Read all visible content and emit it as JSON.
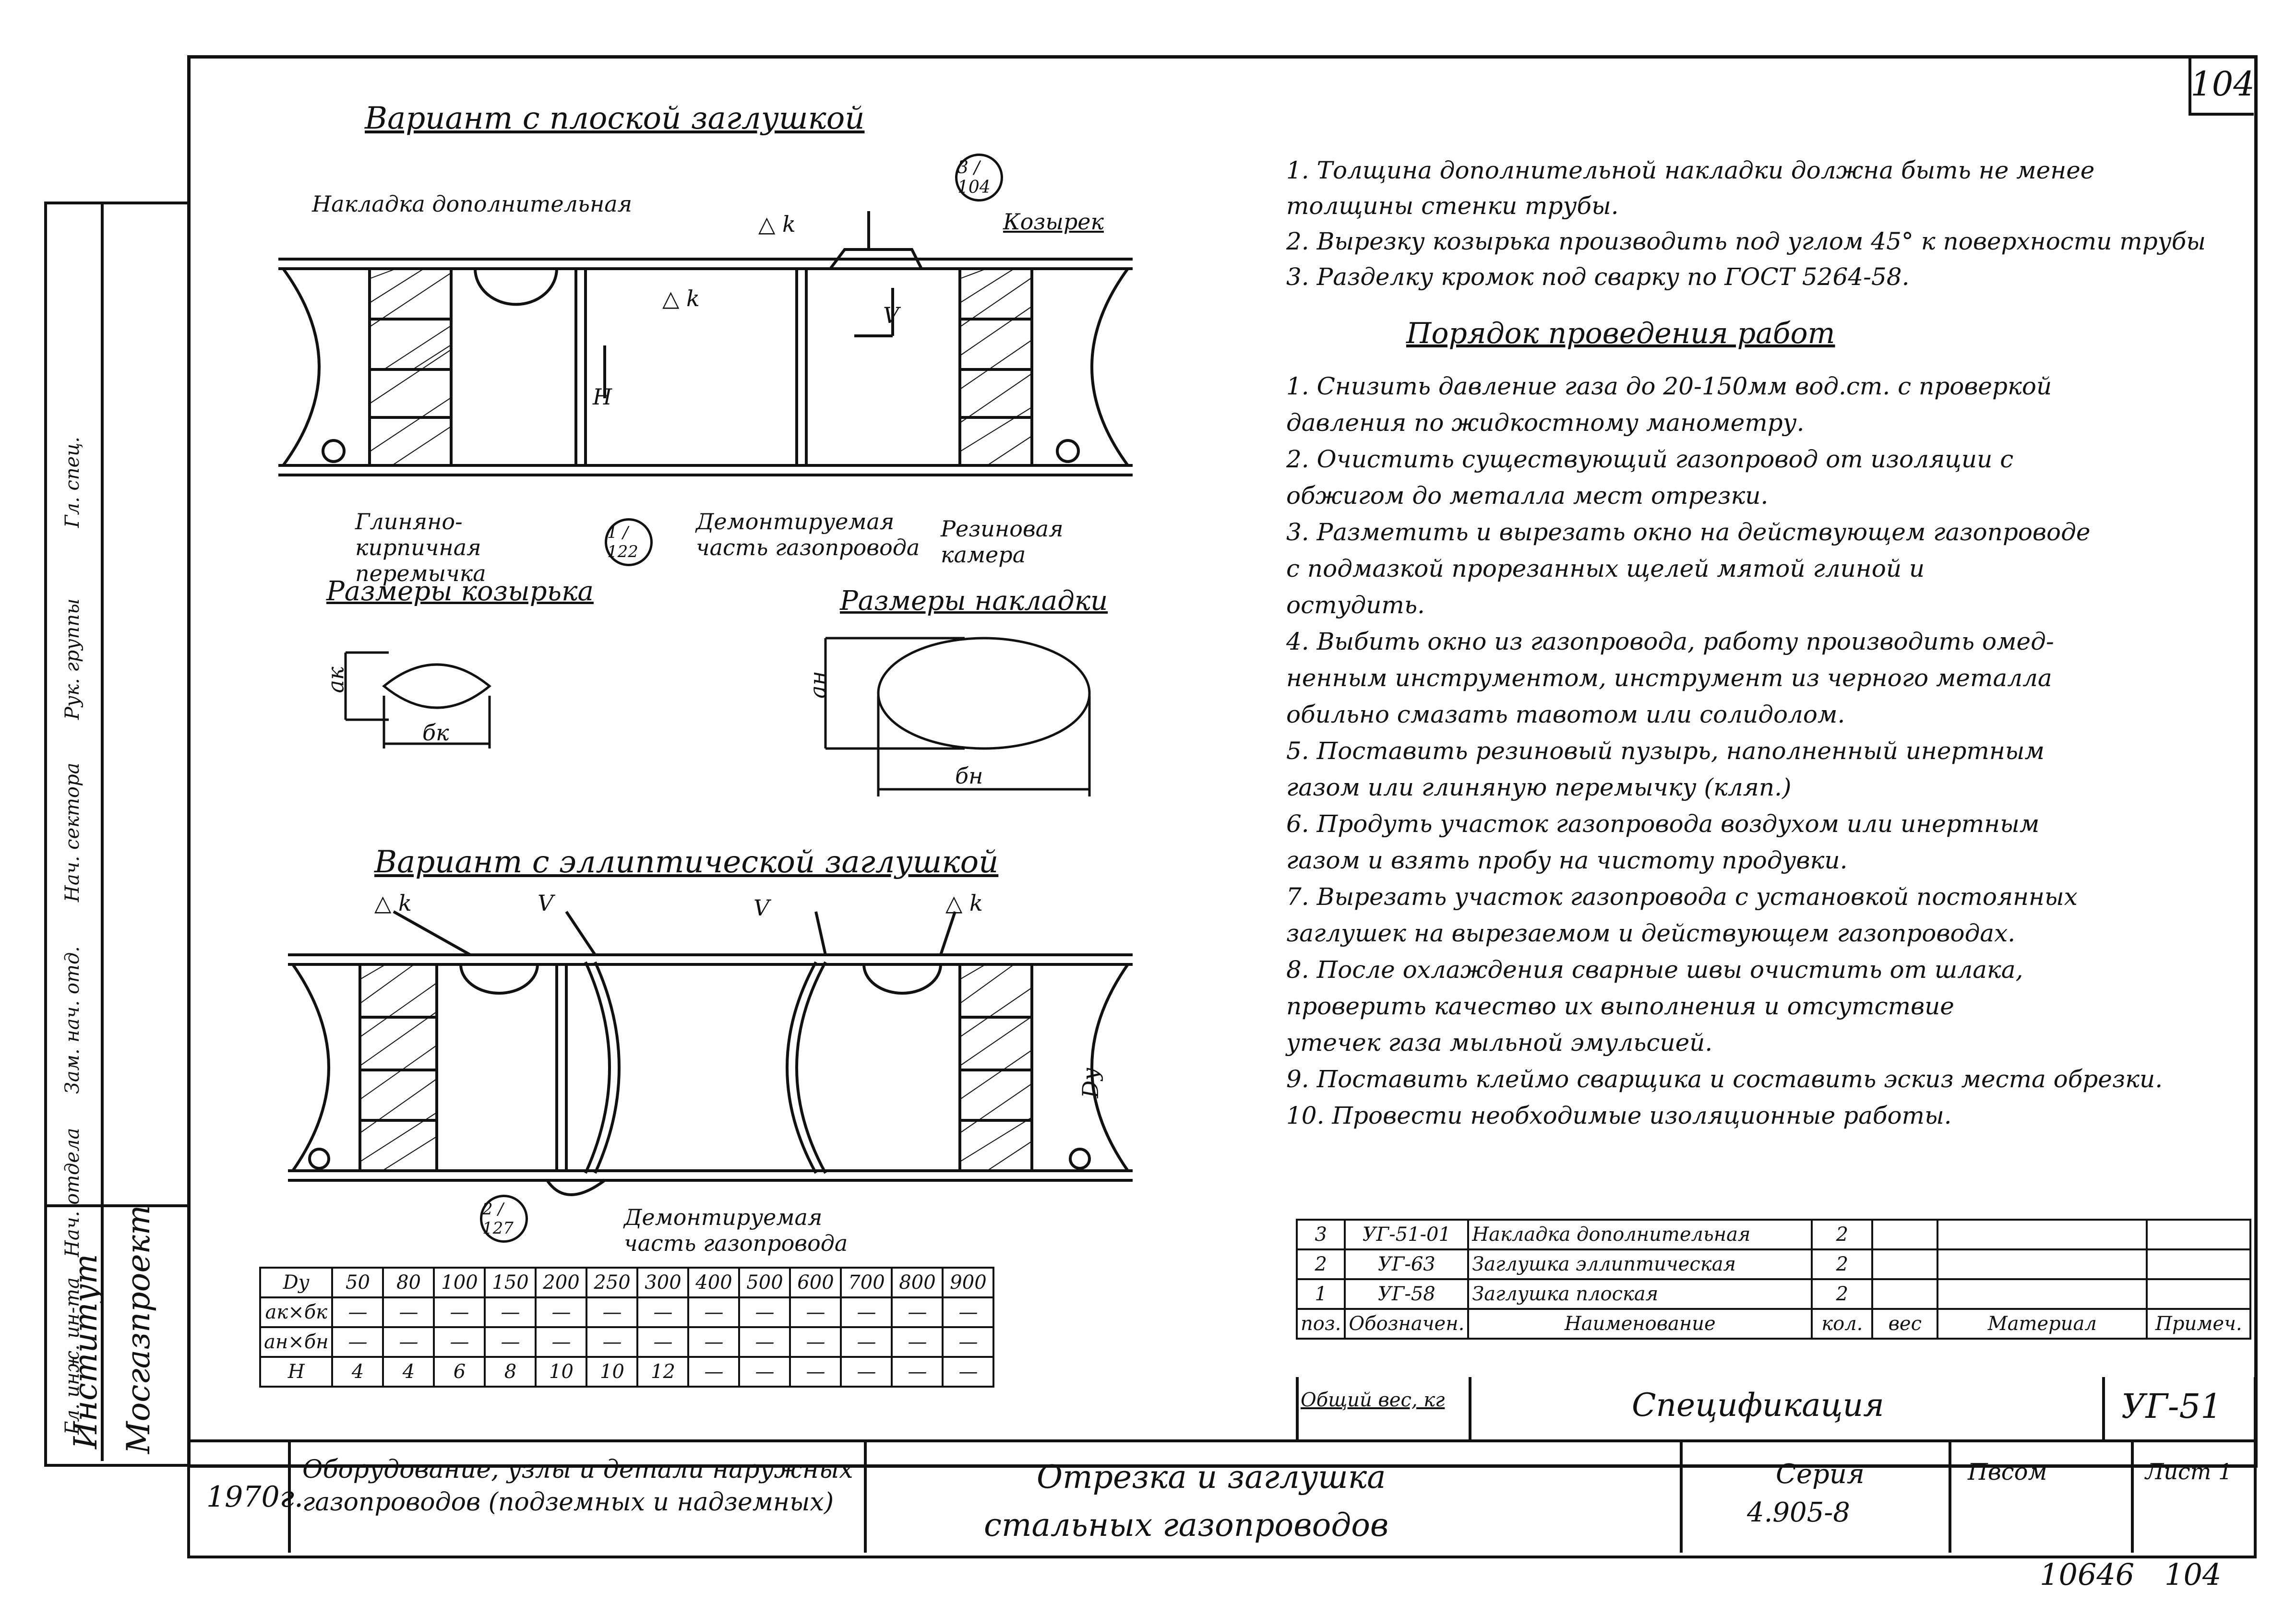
{
  "page_number": "104",
  "top_left_title": "Вариант с плоской заглушкой",
  "bottom_left_title": "Вариант с эллиптической заглушкой",
  "callouts": {
    "overlay": "Накладка дополнительная",
    "visor": "Козырек",
    "clay_plug": "Глиняно-кирпичная перемычка",
    "dismantled_top": "Демонтируемая часть газопровода",
    "rubber_chamber": "Резиновая камера",
    "dismantled_bottom": "Демонтируемая часть газопровода",
    "ref_top": "3 / 104",
    "ref_mid": "1 / 122",
    "ref_bottom": "2 / 127",
    "weld_k": "△ k",
    "weld_v": "V",
    "dim_h": "Н",
    "dim_dy": "Dу"
  },
  "visor_title": "Размеры козырька",
  "overlay_title": "Размеры накладки",
  "dim_labels": {
    "ak": "ак",
    "bk": "бк",
    "an": "ан",
    "bn": "бн"
  },
  "notes": [
    "1. Толщина дополнительной накладки должна быть не менее",
    "    толщины стенки трубы.",
    "2. Вырезку козырька производить под углом 45° к поверхности трубы",
    "3. Разделку кромок под сварку по ГОСТ 5264-58."
  ],
  "procedure_title": "Порядок проведения работ",
  "procedure": [
    "1. Снизить давление газа до 20-150мм вод.ст. с проверкой",
    "    давления по жидкостному манометру.",
    "2. Очистить существующий газопровод от изоляции с",
    "    обжигом до металла мест отрезки.",
    "3. Разметить и вырезать окно на действующем газопроводе",
    "    с подмазкой прорезанных щелей мятой глиной и",
    "    остудить.",
    "4. Выбить окно из газопровода, работу производить омед-",
    "    ненным инструментом, инструмент из черного металла",
    "    обильно смазать тавотом или солидолом.",
    "5. Поставить резиновый пузырь, наполненный инертным",
    "    газом или глиняную перемычку (кляп.)",
    "6. Продуть участок газопровода воздухом или инертным",
    "    газом и взять пробу на чистоту продувки.",
    "7. Вырезать участок газопровода с установкой постоянных",
    "    заглушек на вырезаемом и действующем газопроводах.",
    "8. После охлаждения сварные швы очистить от шлака,",
    "    проверить качество их выполнения и отсутствие",
    "    утечек газа мыльной эмульсией.",
    "9. Поставить клеймо сварщика и составить эскиз места обрезки.",
    "10. Провести необходимые изоляционные работы."
  ],
  "dim_table": {
    "headers": [
      "Dу",
      "50",
      "80",
      "100",
      "150",
      "200",
      "250",
      "300",
      "400",
      "500",
      "600",
      "700",
      "800",
      "900"
    ],
    "rows": [
      [
        "ак×бк",
        "—",
        "—",
        "—",
        "—",
        "—",
        "—",
        "—",
        "—",
        "—",
        "—",
        "—",
        "—",
        "—"
      ],
      [
        "ан×бн",
        "—",
        "—",
        "—",
        "—",
        "—",
        "—",
        "—",
        "—",
        "—",
        "—",
        "—",
        "—",
        "—"
      ],
      [
        "Н",
        "4",
        "4",
        "6",
        "8",
        "10",
        "10",
        "12",
        "—",
        "—",
        "—",
        "—",
        "—",
        "—"
      ]
    ]
  },
  "spec": {
    "rows": [
      {
        "pos": "3",
        "designation": "УГ-51-01",
        "name": "Накладка дополнительная",
        "qty": "2"
      },
      {
        "pos": "2",
        "designation": "УГ-63",
        "name": "Заглушка эллиптическая",
        "qty": "2"
      },
      {
        "pos": "1",
        "designation": "УГ-58",
        "name": "Заглушка плоская",
        "qty": "2"
      }
    ],
    "header": {
      "pos": "поз.",
      "designation": "Обозначен.",
      "name": "Наименование",
      "qty": "кол.",
      "weight": "вес",
      "material": "Материал",
      "note": "Примеч."
    },
    "title": "Спецификация",
    "code": "УГ-51",
    "sheet_label": "Лист 1",
    "scale_label": "Общий вес, кг",
    "mass_label": "Пвсом"
  },
  "title_block": {
    "institute": "Институт",
    "org": "Мосгазпроект",
    "year": "1970г.",
    "series_title": "Оборудование, узлы и детали наружных газопроводов (подземных и надземных)",
    "drawing_title_1": "Отрезка и заглушка",
    "drawing_title_2": "стальных газопроводов",
    "series_label": "Серия",
    "series_no": "4.905-8",
    "archive_no": "10646",
    "sheet_no": "104"
  },
  "side_stamp": [
    "Гл. инж. ин-та",
    "Нач. отдела",
    "Зам. нач. отд.",
    "Нач. сектора",
    "Рук. группы",
    "Гл. спец."
  ]
}
